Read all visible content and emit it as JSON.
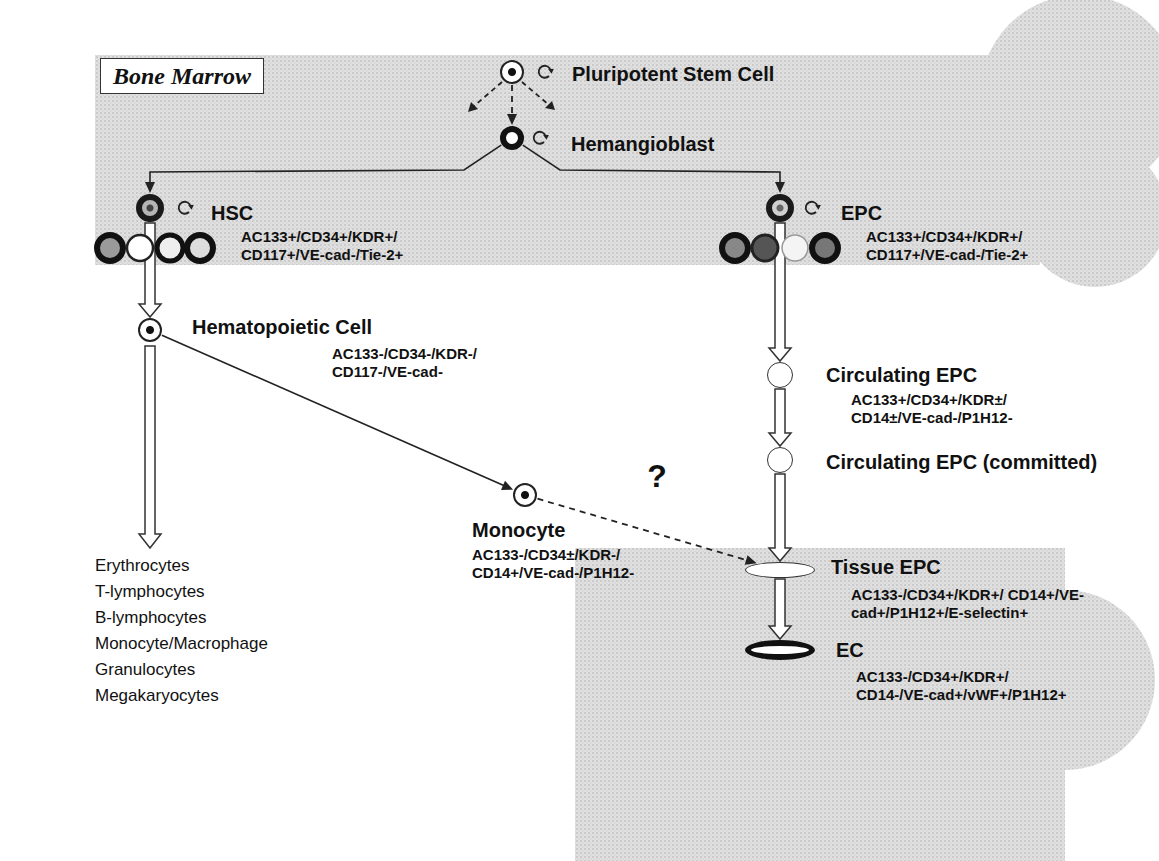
{
  "diagram": {
    "nodes": [
      {
        "text": [
          "Bone Marrow"
        ]
      },
      {
        "text": [
          "Pluripotent Stem Cell"
        ],
        "in": 0
      },
      {
        "text": [
          "Hemangioblast"
        ],
        "in": 0
      },
      {
        "text": [
          "HSC",
          "AC133+/CD34+/KDR+/ CD117+/VE-cad-/Tie-2+"
        ],
        "in": 0
      },
      {
        "text": [
          "EPC",
          "AC133+/CD34+/KDR+/ CD117+/VE-cad-/Tie-2+"
        ],
        "in": 0
      },
      {
        "text": [
          "Hematopoietic Cell",
          "AC133-/CD34-/KDR-/ CD117-/VE-cad-"
        ]
      },
      {
        "text": [
          "Circulating EPC",
          "AC133+/CD34+/KDR±/ CD14±/VE-cad-/P1H12-"
        ]
      },
      {
        "text": [
          "Circulating EPC (committed)"
        ]
      },
      {
        "text": [
          "Monocyte",
          "AC133-/CD34±/KDR-/ CD14+/VE-cad-/P1H12-"
        ]
      },
      {
        "text": [
          "Tissue EPC",
          "AC133-/CD34+/KDR+/ CD14+/VE-cad+/P1H12+/E-selectin+"
        ]
      },
      {
        "text": [
          "EC",
          "AC133-/CD34+/KDR+/ CD14-/VE-cad+/vWF+/P1H12+"
        ]
      }
    ],
    "edges": [
      {
        "from": 1,
        "to": 2,
        "arrow": "to"
      },
      {
        "from": 2,
        "to": 3,
        "arrow": "to"
      },
      {
        "from": 2,
        "to": 4,
        "arrow": "to"
      },
      {
        "from": 3,
        "to": 5,
        "arrow": "to"
      },
      {
        "from": 4,
        "to": 6,
        "arrow": "to"
      },
      {
        "from": 5,
        "to": 8,
        "arrow": "to"
      },
      {
        "from": 6,
        "to": 7,
        "arrow": "to"
      },
      {
        "from": 7,
        "to": 9,
        "arrow": "to"
      },
      {
        "from": 8,
        "to": 9,
        "label": "?",
        "arrow": "to"
      },
      {
        "from": 9,
        "to": 10,
        "arrow": "to"
      }
    ],
    "labels": [
      "Erythrocytes",
      "T-lymphocytes",
      "B-lymphocytes",
      "Monocyte/Macrophage",
      "Granulocytes",
      "Megakaryocytes"
    ]
  }
}
